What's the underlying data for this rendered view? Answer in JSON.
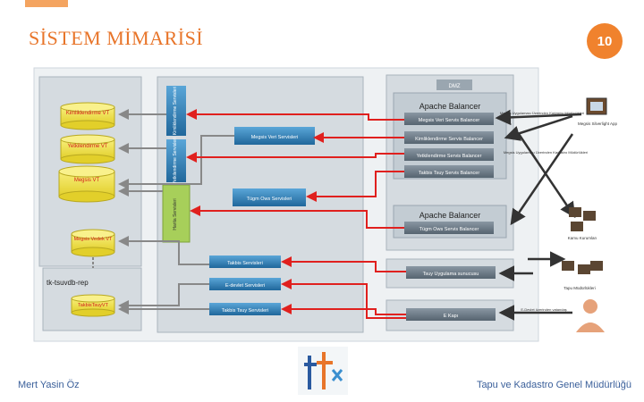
{
  "slide": {
    "title": "SİSTEM MİMARİSİ",
    "page_number": "10",
    "footer_left": "Mert Yasin Öz",
    "footer_right": "Tapu ve Kadastro Genel Müdürlüğü"
  },
  "diagram": {
    "databases": [
      "Kimliklendirme VT",
      "Yetkilendirme VT",
      "Megsis VT",
      "Megsis Vedek VT",
      "TakbisTsuyVT"
    ],
    "replica_label": "tk-tsuvdb-rep",
    "vertical_services": [
      "Kimliklendirme Servisleri",
      "Yetkilendirme Servisleri",
      "Harita Servisleri"
    ],
    "app_services": [
      "Megsis Veri Servisleri",
      "Tügm Ows Servisleri",
      "Takbis Servisleri",
      "E-devlet Servisleri",
      "Takbis Tsuy Servisleri"
    ],
    "dmz_label": "DMZ",
    "balancer1": {
      "title": "Apache Balancer",
      "items": [
        "Megsis Veri Servis Balancer",
        "Kimliklendirme Servis Balancer",
        "Yetkilendirme Servis Balancer",
        "Takbis Tsuy Servis Balancer"
      ]
    },
    "balancer2": {
      "title": "Apache Balancer",
      "items": [
        "Tügm Ows Servis Balancer"
      ]
    },
    "tsuy_app": "Tsuy Uygulama sunucusu",
    "ekapi": "E Kapı",
    "clients": {
      "megsis_silverlight": "Megsis Silverlight App",
      "dis_uygulama": "Megsis Uygulaması Üzerinden Kadastro Müdürlükleri",
      "ic_uygulama": "Megsis Uygulaması Üzerinden Kadastro Müdürlükleri",
      "kamu": "Kamu Kurumları",
      "tapu": "Tapu Müdürlükleri",
      "edevlet_user": "E-Devlet üzerinden vatandaş"
    }
  },
  "colors": {
    "accent": "#e8752a",
    "arrow_red": "#e0201e",
    "service_blue": "#2b7cb6",
    "db_yellow": "#f1e24a",
    "panel_gray": "#d7dde2"
  },
  "logo": "tkgm"
}
